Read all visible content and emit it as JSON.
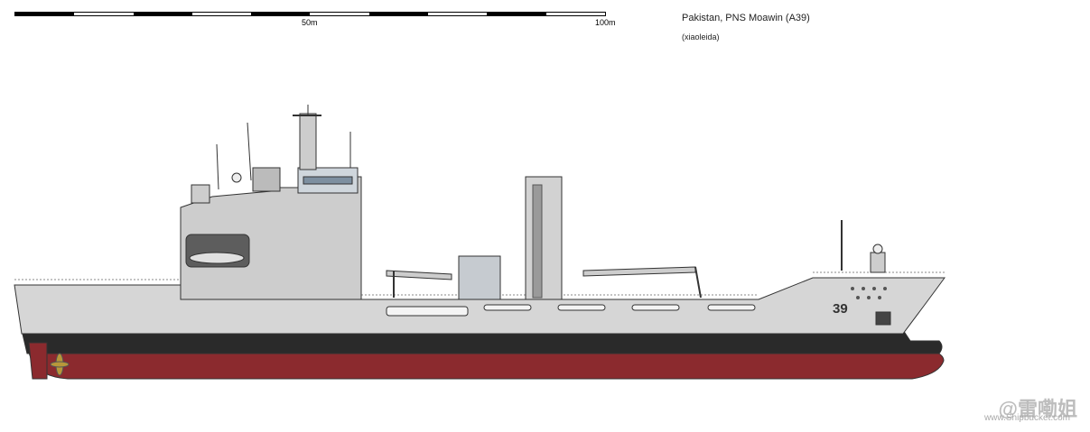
{
  "scale": {
    "label_mid": "50m",
    "label_end": "100m",
    "segments": 10
  },
  "caption": {
    "title": "Pakistan, PNS Moawin (A39)",
    "author": "(xiaoleida)"
  },
  "ship": {
    "hull_number": "39",
    "colors": {
      "hull": "#d6d6d6",
      "boot_top": "#2a2a2a",
      "antifouling": "#8b2a2e",
      "superstructure": "#cdcdcd",
      "outline": "#333333"
    }
  },
  "watermark": {
    "handle": "@雷嘞姐",
    "site": "www.Shipbucket.com"
  }
}
